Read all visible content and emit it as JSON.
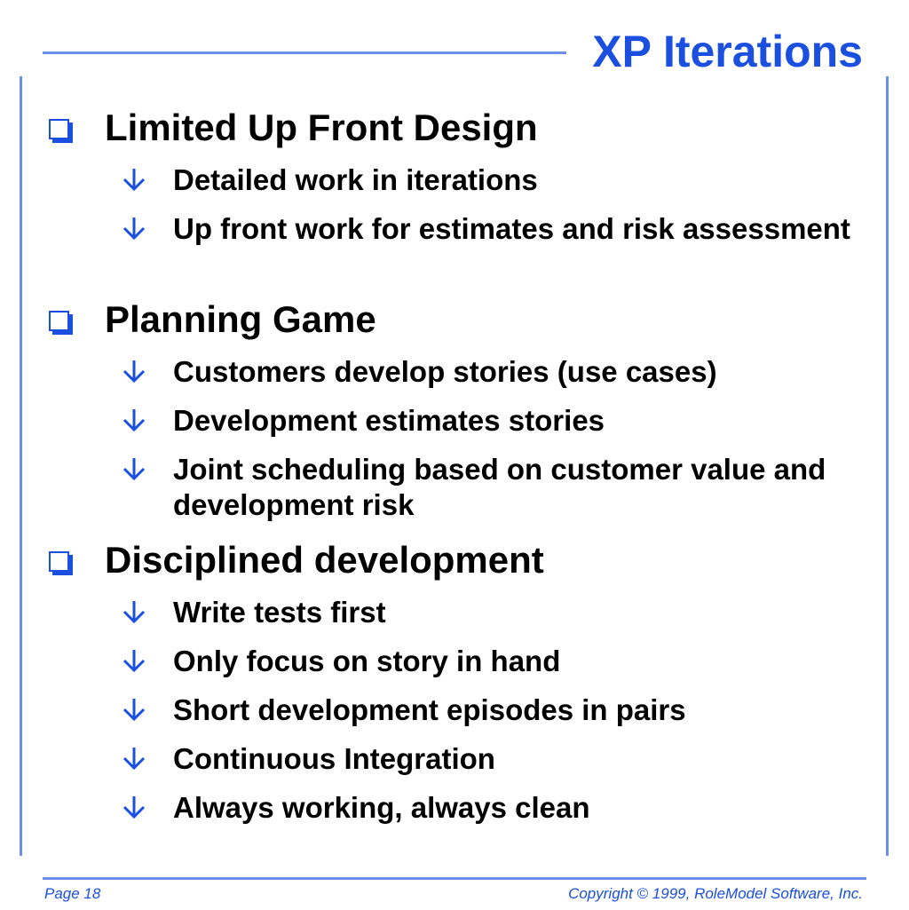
{
  "slide": {
    "title": "XP Iterations",
    "sections": [
      {
        "heading": "Limited Up Front Design",
        "items": [
          "Detailed work in iterations",
          "Up front work for estimates and risk assessment"
        ]
      },
      {
        "heading": "Planning Game",
        "items": [
          "Customers develop stories (use cases)",
          "Development estimates stories",
          "Joint scheduling based on customer value and development risk"
        ]
      },
      {
        "heading": "Disciplined development",
        "items": [
          "Write tests first",
          "Only focus on story in hand",
          "Short development episodes in pairs",
          "Continuous Integration",
          "Always working, always clean"
        ]
      }
    ]
  },
  "footer": {
    "page": "Page 18",
    "copyright": "Copyright © 1999, RoleModel Software, Inc."
  },
  "icons": {
    "section_bullet": "square-bullet-icon",
    "item_bullet": "down-arrow-icon"
  },
  "colors": {
    "accent": "#1a4fe0",
    "rule": "#6b8fe8",
    "text": "#000000",
    "background": "#ffffff"
  }
}
